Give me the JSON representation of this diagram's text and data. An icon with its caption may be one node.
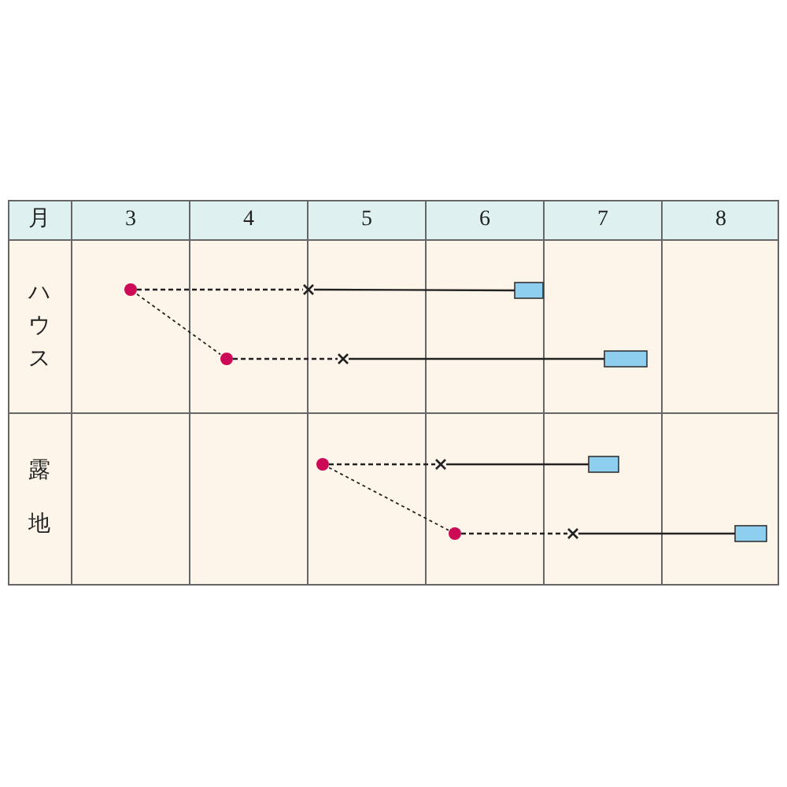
{
  "diagram": {
    "nodes": [
      {
        "text": [],
        "shape": "circle"
      },
      {
        "text": [],
        "shape": "cross"
      },
      {
        "text": [],
        "shape": "bar"
      },
      {
        "text": [],
        "shape": "circle"
      },
      {
        "text": [],
        "shape": "cross"
      },
      {
        "text": [],
        "shape": "bar"
      },
      {
        "text": [],
        "shape": "circle"
      },
      {
        "text": [],
        "shape": "cross"
      },
      {
        "text": [],
        "shape": "bar"
      },
      {
        "text": [],
        "shape": "circle"
      },
      {
        "text": [],
        "shape": "cross"
      },
      {
        "text": [],
        "shape": "bar"
      }
    ],
    "edges": [
      {
        "from": 0,
        "to": 1,
        "arrow": "none",
        "style": "dashed"
      },
      {
        "from": 1,
        "to": 2,
        "arrow": "none"
      },
      {
        "from": 0,
        "to": 3,
        "arrow": "none",
        "style": "dashed"
      },
      {
        "from": 3,
        "to": 4,
        "arrow": "none",
        "style": "dashed"
      },
      {
        "from": 4,
        "to": 5,
        "arrow": "none"
      },
      {
        "from": 6,
        "to": 7,
        "arrow": "none",
        "style": "dashed"
      },
      {
        "from": 7,
        "to": 8,
        "arrow": "none"
      },
      {
        "from": 6,
        "to": 9,
        "arrow": "none",
        "style": "dashed"
      },
      {
        "from": 9,
        "to": 10,
        "arrow": "none",
        "style": "dashed"
      },
      {
        "from": 10,
        "to": 11,
        "arrow": "none"
      }
    ],
    "labels": [
      "月",
      "3",
      "4",
      "5",
      "6",
      "7",
      "8",
      "ハウス",
      "露地"
    ]
  }
}
